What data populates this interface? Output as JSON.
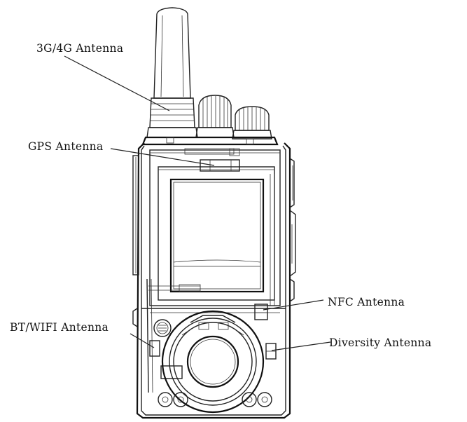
{
  "labels": {
    "antenna_3g4g": "3G/4G Antenna",
    "gps_antenna": "GPS Antenna",
    "bt_wifi_antenna": "BT/WIFI Antenna",
    "nfc_antenna": "NFC Antenna",
    "diversity_antenna": "Diversity Antenna"
  },
  "colors": {
    "line": "#222222",
    "background": "#ffffff"
  }
}
